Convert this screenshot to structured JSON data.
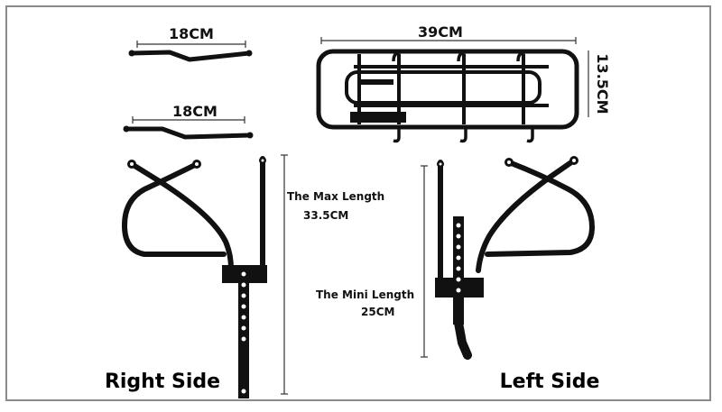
{
  "dimensions": {
    "strut_top_length": "18CM",
    "strut_bottom_length": "18CM",
    "rack_length": "39CM",
    "rack_width": "13.5CM"
  },
  "notes": {
    "max_length_title": "The Max Length",
    "max_length_value": "33.5CM",
    "mini_length_title": "The Mini Length",
    "mini_length_value": "25CM"
  },
  "sides": {
    "right": "Right Side",
    "left": "Left Side"
  },
  "colors": {
    "metal": "#111111",
    "dimension_line": "#333333",
    "frame": "#8a8a8a"
  }
}
